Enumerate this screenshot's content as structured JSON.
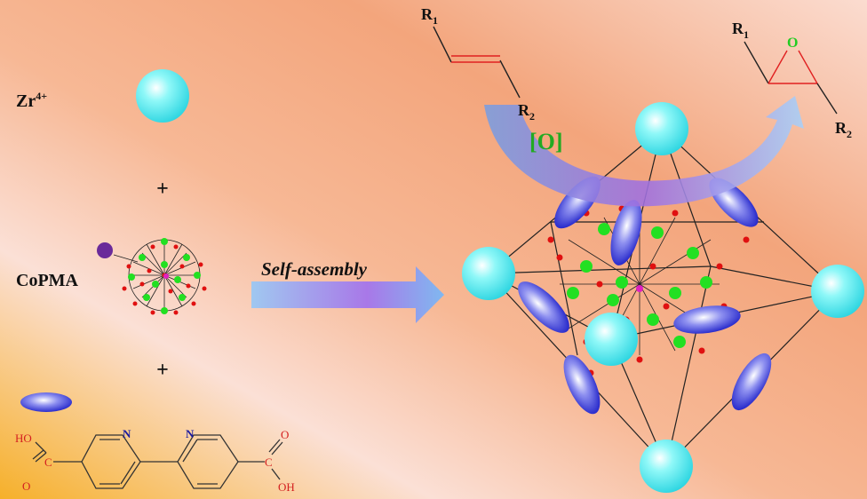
{
  "reactants": {
    "zr_label": "Zr",
    "zr_charge": "4+",
    "plus_1": "+",
    "copma_label": "CoPMA",
    "plus_2": "+"
  },
  "linker": {
    "ho_label": "HO",
    "c_left": "C",
    "o_left": "O",
    "n_left": "N",
    "n_right": "N",
    "c_right": "C",
    "o_right": "O",
    "oh_label": "OH"
  },
  "process": {
    "arrow_label": "Self-assembly"
  },
  "reaction": {
    "alkene_r1": "R",
    "alkene_r1_sub": "1",
    "alkene_r2": "R",
    "alkene_r2_sub": "2",
    "oxidant": "[O]",
    "epoxide_r1": "R",
    "epoxide_r1_sub": "1",
    "epoxide_o": "O",
    "epoxide_r2": "R",
    "epoxide_r2_sub": "2"
  },
  "colors": {
    "zr_sphere": "#5ff0f0",
    "linker_ellipse": "#3a3fd8",
    "cluster_green": "#22e022",
    "cluster_red": "#e01010",
    "oxidant_green": "#22aa22",
    "heteroatom_red": "#d42020",
    "nitrogen_blue": "#1a1aa0"
  }
}
